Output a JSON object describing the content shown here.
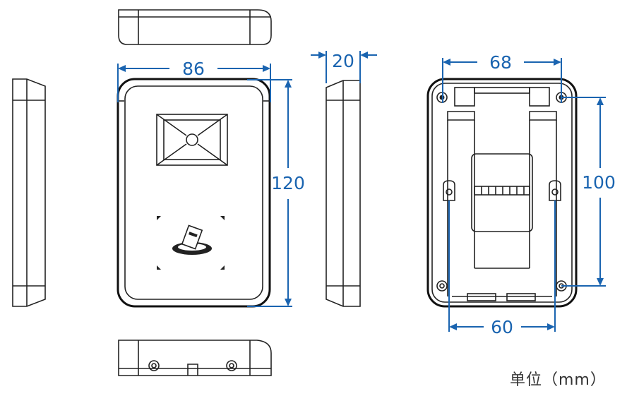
{
  "dimensions": {
    "front_width": "86",
    "side_depth": "20",
    "front_height": "120",
    "back_hole_spacing_top": "68",
    "back_hole_spacing_vertical": "100",
    "back_hole_spacing_bottom": "60"
  },
  "unit_label": "单位（mm）",
  "colors": {
    "dimension": "#1a64b0",
    "outline": "#222222"
  }
}
